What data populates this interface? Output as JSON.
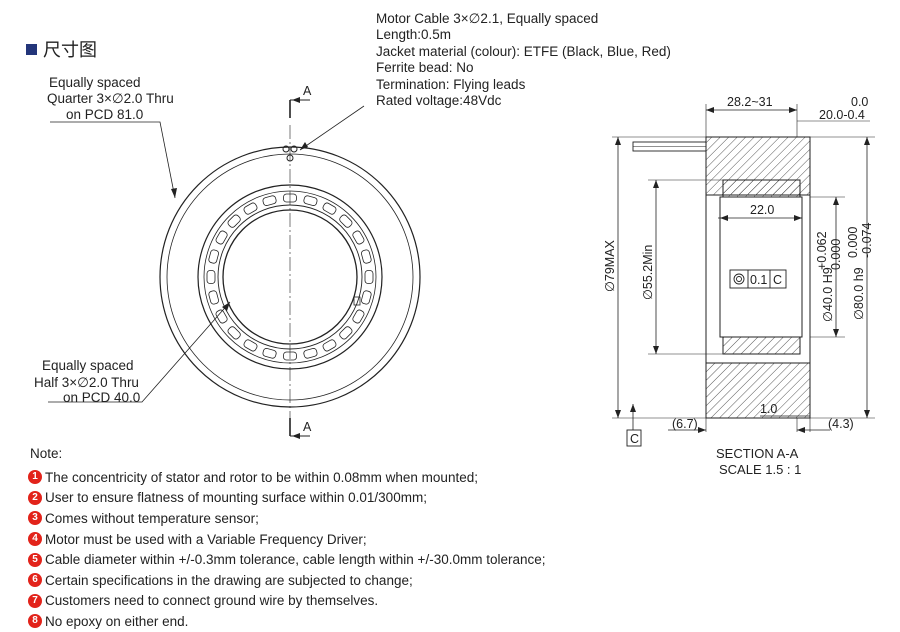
{
  "title": "尺寸图",
  "cable_spec": [
    "Motor Cable 3×∅2.1, Equally spaced",
    "Length:0.5m",
    "Jacket material (colour): ETFE (Black, Blue, Red)",
    "Ferrite bead: No",
    "Termination: Flying leads",
    "Rated voltage:48Vdc"
  ],
  "callout_quarter": [
    "Equally spaced",
    "Quarter 3×∅2.0 Thru",
    "on PCD 81.0"
  ],
  "callout_half": [
    "Equally spaced",
    "Half 3×∅2.0 Thru",
    "on PCD 40.0"
  ],
  "section_marker": "A",
  "section_dims": {
    "width": "28.2~31",
    "tol_upper": "0.0",
    "tol_lower": "20.0-0.4",
    "inner_width": "22.0",
    "dia_max": "∅79MAX",
    "dia_min": "∅55.2Min",
    "bore": "∅40.0 H9",
    "bore_tol_upper": "+0.062",
    "bore_tol_lower": "0.000",
    "outer": "∅80.0 h9",
    "outer_tol_upper": "0.000",
    "outer_tol_lower": "-0.074",
    "concentricity_value": "0.1",
    "datum": "C",
    "step": "1.0",
    "left_ref": "(6.7)",
    "right_ref": "(4.3)",
    "section_label": "SECTION A-A",
    "scale_label": "SCALE 1.5 : 1"
  },
  "note_header": "Note:",
  "notes": [
    "The concentricity of stator and rotor to be within 0.08mm when mounted;",
    "User to ensure flatness of mounting surface within 0.01/300mm;",
    "Comes without temperature sensor;",
    "Motor must be used with a Variable Frequency Driver;",
    "Cable diameter within +/-0.3mm tolerance, cable length within +/-30.0mm tolerance;",
    "Certain specifications in the drawing are subjected to change;",
    "Customers need to connect ground wire by themselves.",
    "No epoxy on either end."
  ],
  "note_numbers": [
    "1",
    "2",
    "3",
    "4",
    "5",
    "6",
    "7",
    "8"
  ]
}
